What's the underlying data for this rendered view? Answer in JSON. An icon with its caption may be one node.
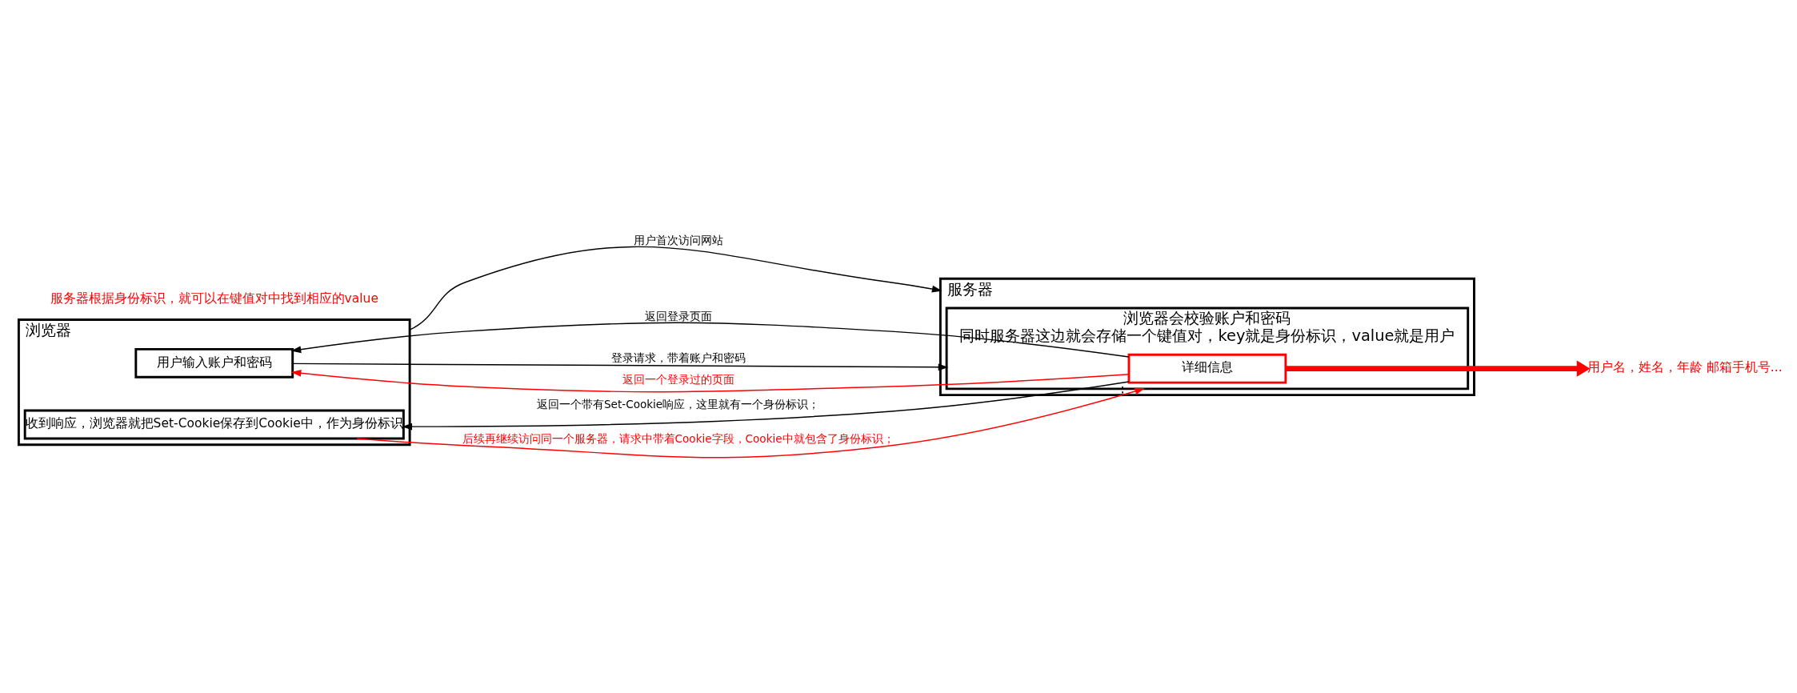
{
  "diagram": {
    "nodes": [
      {
        "text": [
          "浏览器"
        ]
      },
      {
        "text": [
          "用户输入账户和密码"
        ],
        "in": 0
      },
      {
        "text": [
          "收到响应，浏览器就把Set-Cookie保存到Cookie中，作为身份标识"
        ],
        "in": 0
      },
      {
        "text": [
          "服务器"
        ]
      },
      {
        "text": [
          "浏览器会校验账户和密码",
          "同时服务器这边就会存储一个键值对，key就是身份标识，value就是用户"
        ],
        "in": 3
      },
      {
        "text": [
          "详细信息"
        ],
        "beside": [
          "；"
        ],
        "in": 4
      },
      {
        "text": [
          "用户名，姓名，年龄 邮箱手机号..."
        ]
      }
    ],
    "edges": [
      {
        "from": 0,
        "to": 3,
        "arrow": "to",
        "label": "用户首次访问网站"
      },
      {
        "from": 3,
        "to": 0,
        "arrow": "to",
        "label": "返回登录页面"
      },
      {
        "from": 1,
        "to": 4,
        "arrow": "to",
        "label": "登录请求，带着账户和密码"
      },
      {
        "from": 3,
        "to": 2,
        "arrow": "to",
        "label": "返回一个带有Set-Cookie响应，这里就有一个身份标识；"
      },
      {
        "from": 2,
        "to": 4,
        "arrow": "to",
        "label": "后续再继续访问同一个服务器，请求中带着Cookie字段，Cookie中就包含了身份标识；",
        "color": "#ff0000"
      },
      {
        "from": 3,
        "to": 0,
        "arrow": "to",
        "label": "返回一个登录过的页面",
        "color": "#ff0000"
      },
      {
        "from": 5,
        "to": 6,
        "arrow": "to",
        "color": "#ff0000",
        "style": "thick"
      }
    ],
    "labels": [
      "服务器根据身份标识，就可以在键值对中找到相应的value"
    ]
  }
}
